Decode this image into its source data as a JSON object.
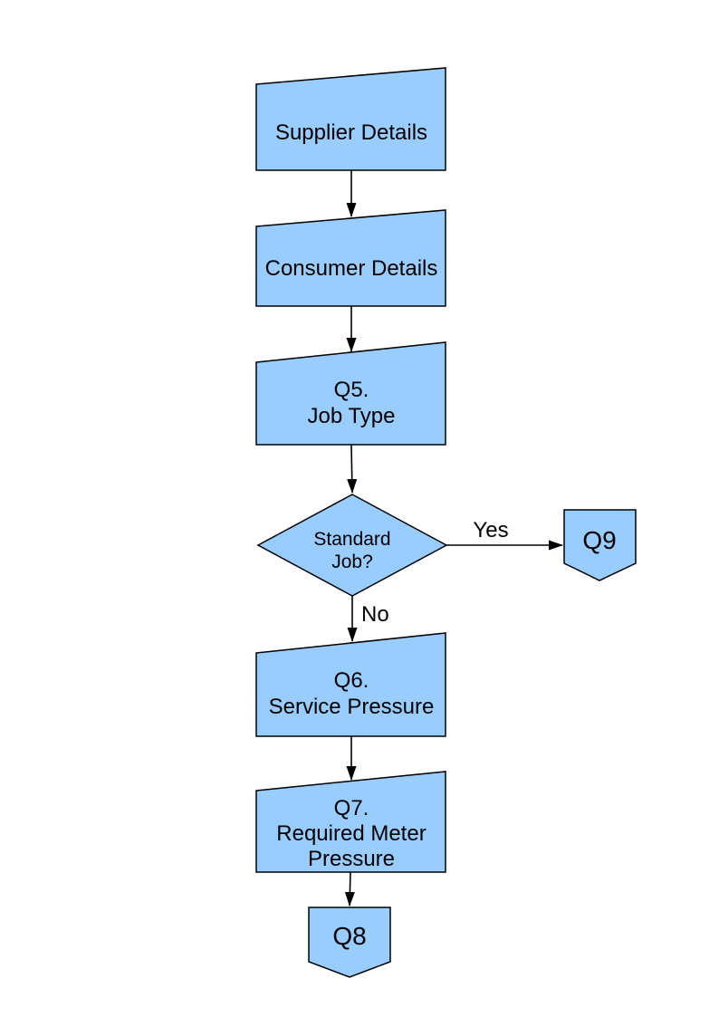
{
  "page": {
    "background": "#ffffff"
  },
  "flowchart": {
    "node_fill": "#99CCFF",
    "node_stroke": "#000000",
    "text_color": "#000000",
    "nodes": {
      "supplier_details": {
        "type": "manual-input",
        "lines": [
          "Supplier Details"
        ]
      },
      "consumer_details": {
        "type": "manual-input",
        "lines": [
          "Consumer Details"
        ]
      },
      "q5_job_type": {
        "type": "manual-input",
        "lines": [
          "Q5.",
          "Job Type"
        ]
      },
      "standard_job_decision": {
        "type": "decision",
        "lines": [
          "Standard",
          "Job?"
        ]
      },
      "q9_connector": {
        "type": "off-page-connector",
        "lines": [
          "Q9"
        ]
      },
      "q6_service_pressure": {
        "type": "manual-input",
        "lines": [
          "Q6.",
          "Service Pressure"
        ]
      },
      "q7_required_meter_pressure": {
        "type": "manual-input",
        "lines": [
          "Q7.",
          "Required Meter",
          "Pressure"
        ]
      },
      "q8_connector": {
        "type": "off-page-connector",
        "lines": [
          "Q8"
        ]
      }
    },
    "edge_labels": {
      "yes": "Yes",
      "no": "No"
    }
  }
}
